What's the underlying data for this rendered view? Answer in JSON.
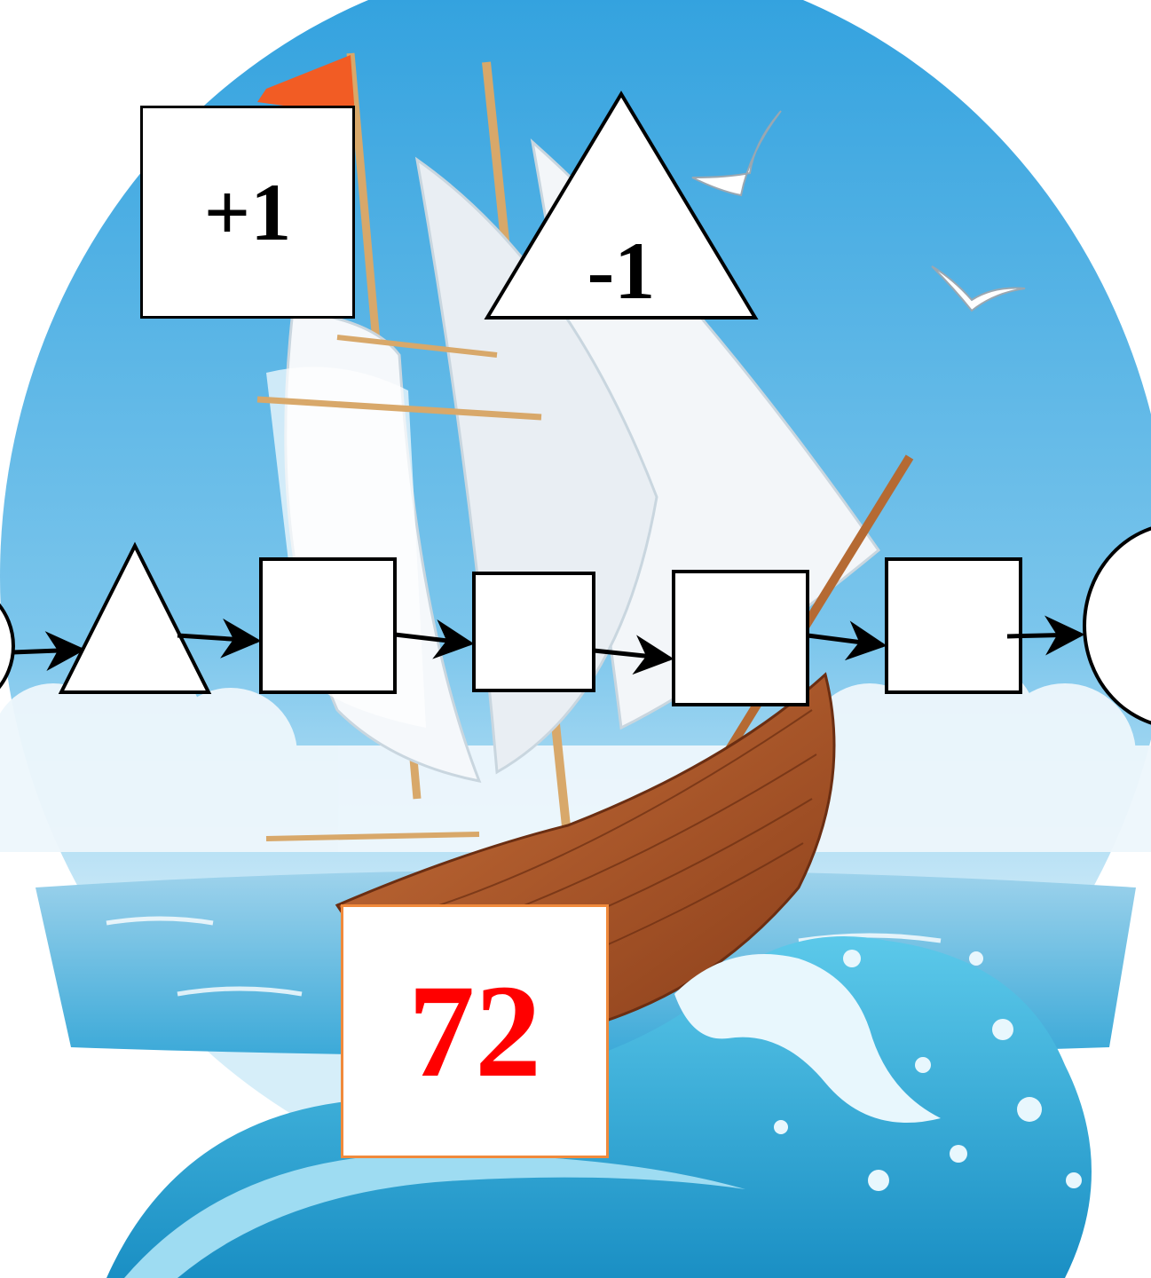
{
  "legend": {
    "square_operation": "+1",
    "triangle_operation": "-1"
  },
  "answer": {
    "value": "72",
    "color": "#ff0000"
  },
  "chain": {
    "nodes": [
      "circle",
      "triangle",
      "square",
      "square",
      "square",
      "square",
      "circle"
    ]
  },
  "colors": {
    "sky": "#3fa9e0",
    "sky_light": "#bfe3f5",
    "sea": "#2aa7d6",
    "hull": "#a0522d",
    "sail": "#f4f7fa",
    "flag": "#f25c24",
    "card_border": "#f08a3c"
  },
  "icons": [
    "sailboat-illustration",
    "seagull-icon",
    "wave-illustration"
  ]
}
